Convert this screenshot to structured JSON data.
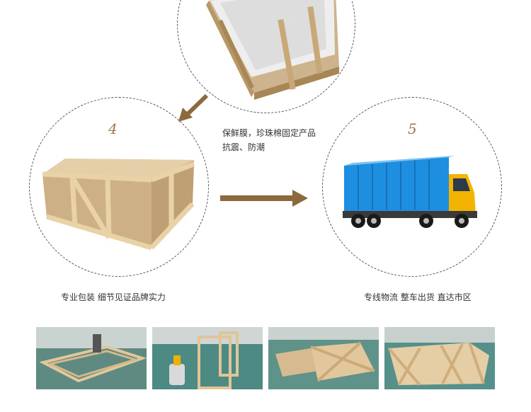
{
  "steps": {
    "four": {
      "number": "4",
      "caption": "专业包装   细节见证品牌实力"
    },
    "five": {
      "number": "5",
      "caption": "专线物流  整车出货  直达市区"
    }
  },
  "note": {
    "line1": "保鲜膜，珍珠棉固定产品",
    "line2": "抗震、防潮"
  },
  "colors": {
    "arrow": "#8c6a3e",
    "step_number": "#9a7a4f",
    "crate_wood": "#d9b98a",
    "truck_cargo": "#1e8fe0",
    "truck_cab": "#f3b400"
  },
  "icons": [
    "arrow-down-left-icon",
    "arrow-right-icon"
  ]
}
